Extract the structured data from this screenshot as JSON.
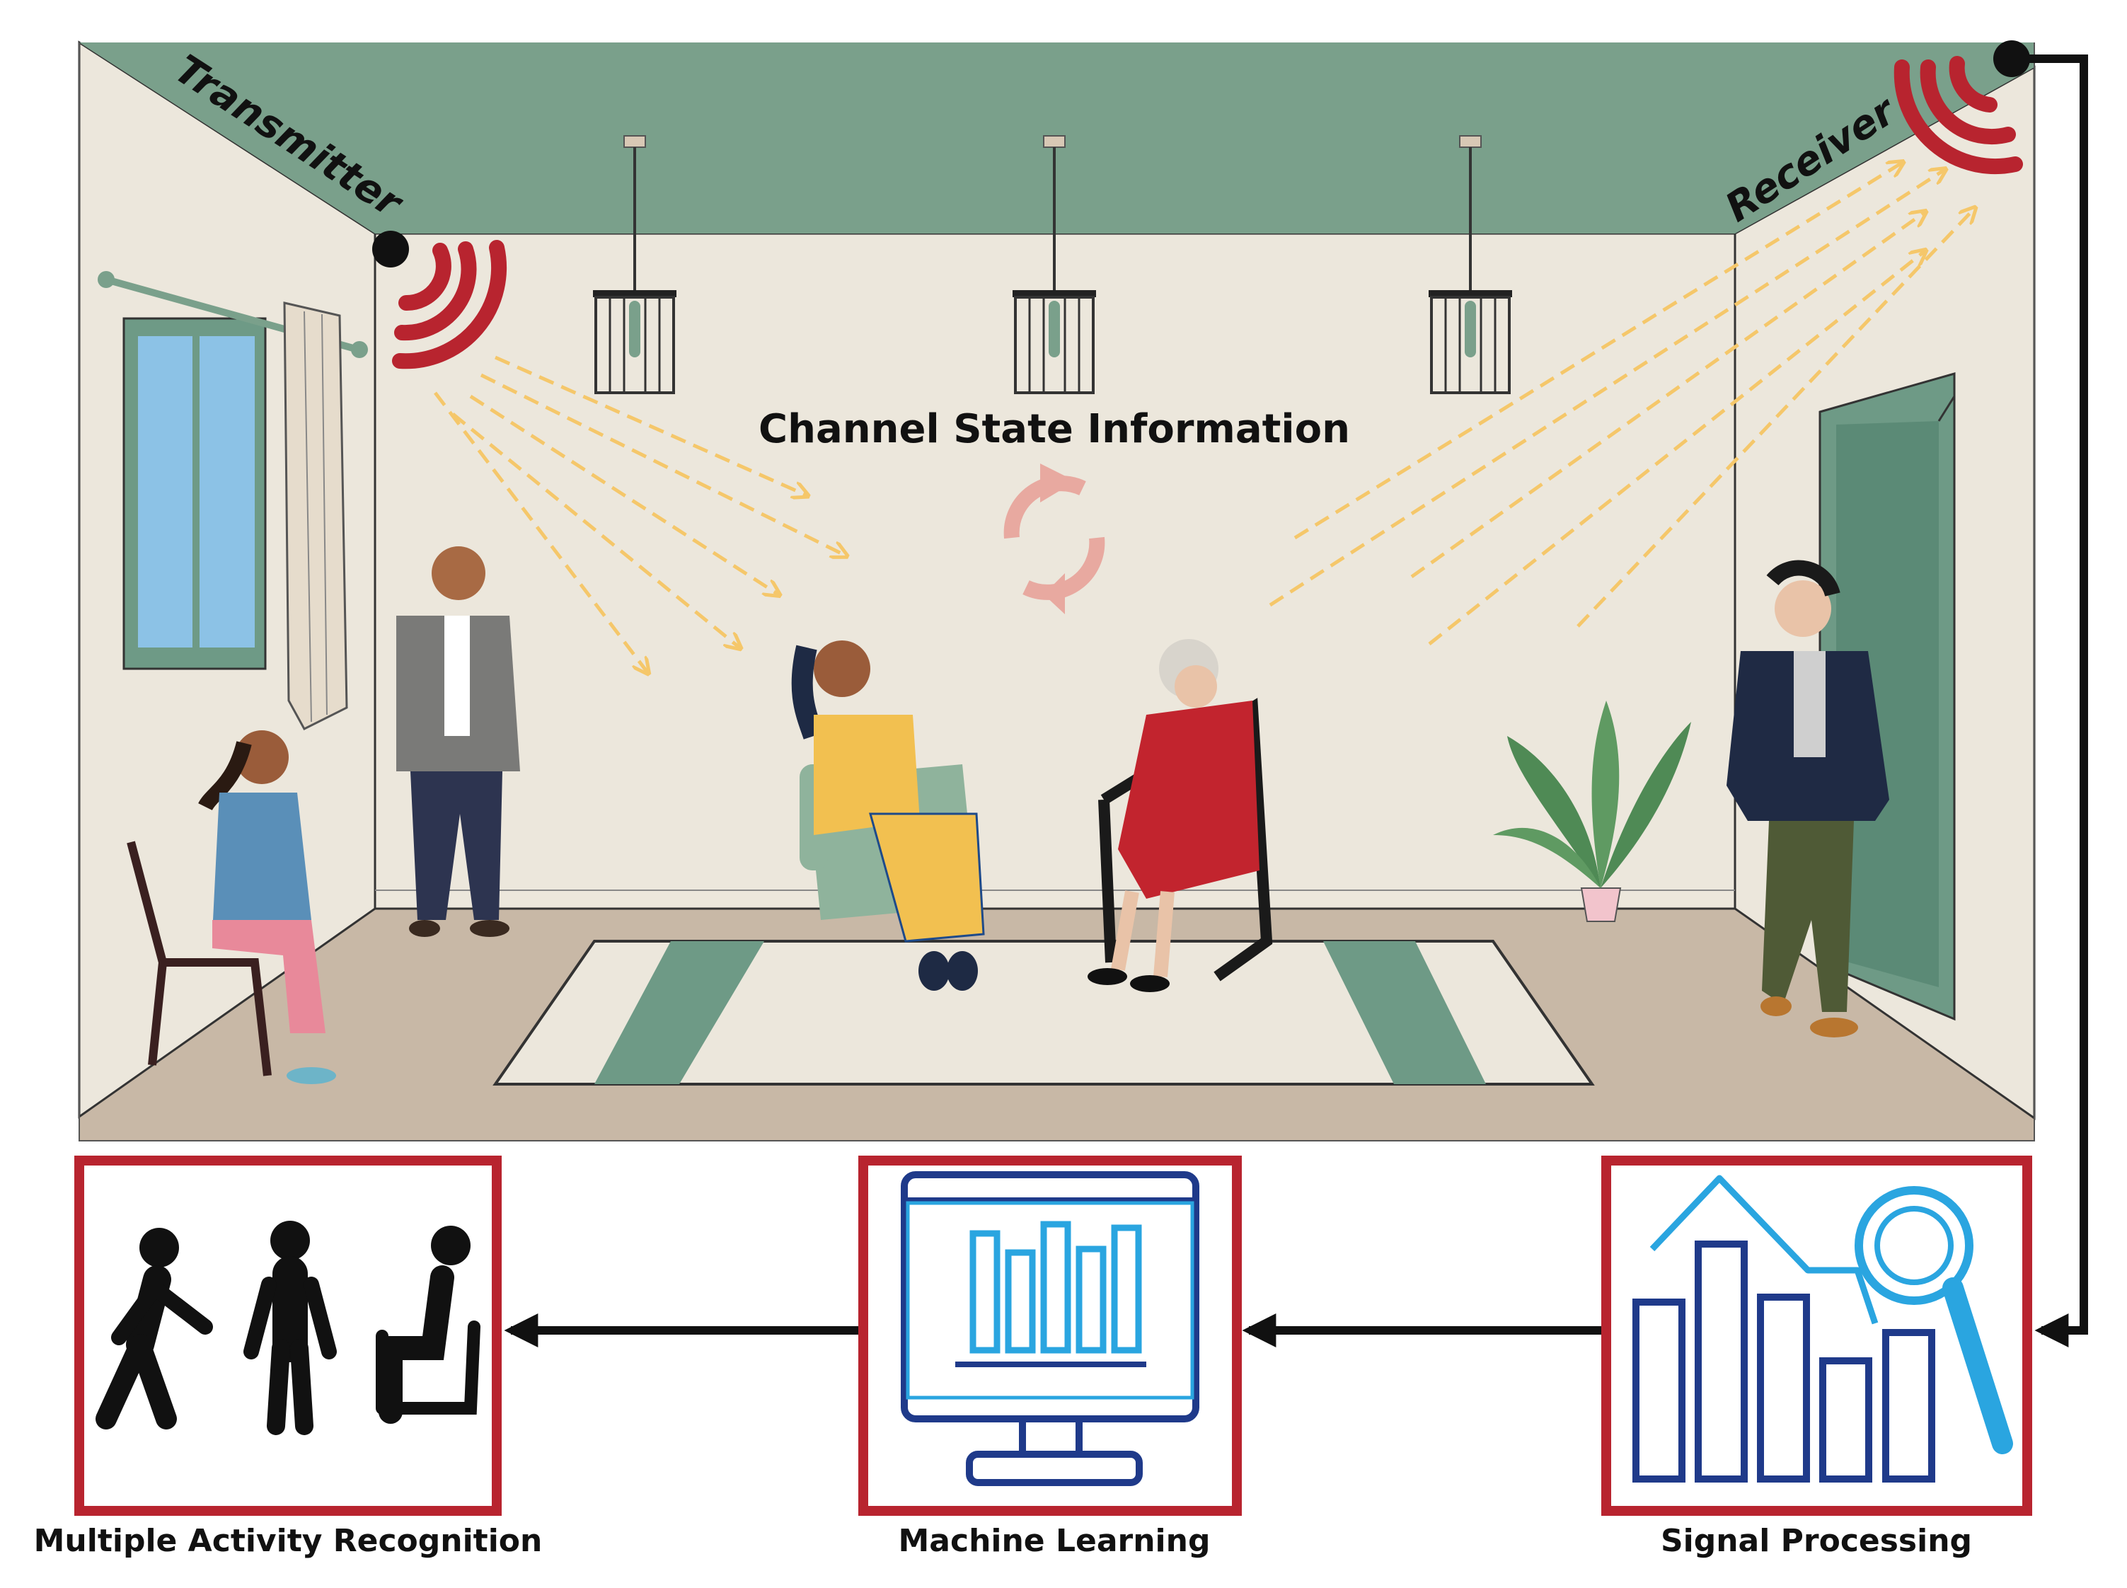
{
  "room": {
    "transmitter_label": "Transmitter",
    "receiver_label": "Receiver",
    "csi_title": "Channel State Information"
  },
  "pipeline": {
    "stages": [
      {
        "label": "Multiple Activity Recognition",
        "icon": "activity-people-icon"
      },
      {
        "label": "Machine Learning",
        "icon": "monitor-bar-chart-icon"
      },
      {
        "label": "Signal Processing",
        "icon": "chart-magnifier-icon"
      }
    ]
  },
  "colors": {
    "ceiling": "#7aa08b",
    "wall": "#ece7dc",
    "floor": "#c8b8a6",
    "signal_red": "#b8242f",
    "wave_yellow": "#f5c76a",
    "frame_red": "#b8242f",
    "icon_navy": "#1f3a8a",
    "icon_blue": "#2aa5e0"
  }
}
